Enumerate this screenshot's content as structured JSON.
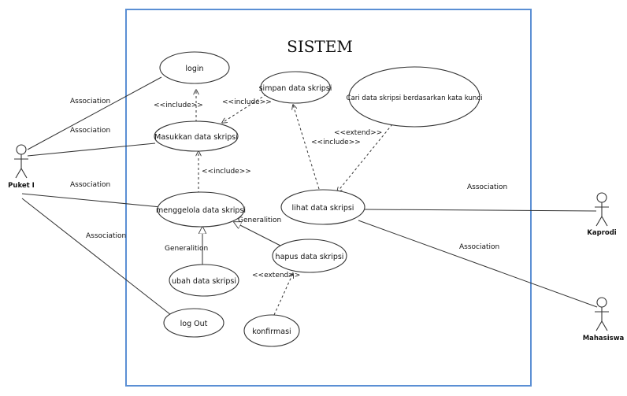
{
  "system": {
    "title": "SISTEM",
    "border_color": "#5b8fd4"
  },
  "actors": {
    "puket": "Puket I",
    "kaprodi": "Kaprodi",
    "mahasiswa": "Mahasiswa"
  },
  "use_cases": {
    "login": "login",
    "masukkan": "Masukkan data skripsi",
    "simpan": "simpan data skripsi",
    "cari": "Cari data skripsi berdasarkan kata kunci",
    "menggelola": "menggelola data skripsi",
    "lihat": "lihat data skripsi",
    "hapus": "hapus data skripsi",
    "ubah": "ubah data skripsi",
    "logout": "log Out",
    "konfirmasi": "konfirmasi"
  },
  "labels": {
    "association": "Association",
    "include": "<<include>>",
    "extend": "<<extend>>",
    "generalition": "Generalition"
  }
}
